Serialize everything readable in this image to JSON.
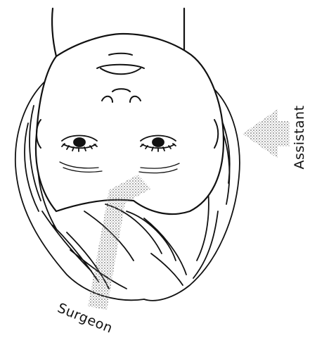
{
  "labels": {
    "assistant": "Assistant",
    "surgeon": "Surgeon"
  },
  "colors": {
    "line": "#111111",
    "arrow_stipple": "#8a8a8a",
    "background": "#ffffff"
  },
  "figure": {
    "subject": "head viewed from above (face upward, inverted)",
    "arrows": [
      "assistant-approach-arrow",
      "surgeon-approach-arrow"
    ]
  }
}
